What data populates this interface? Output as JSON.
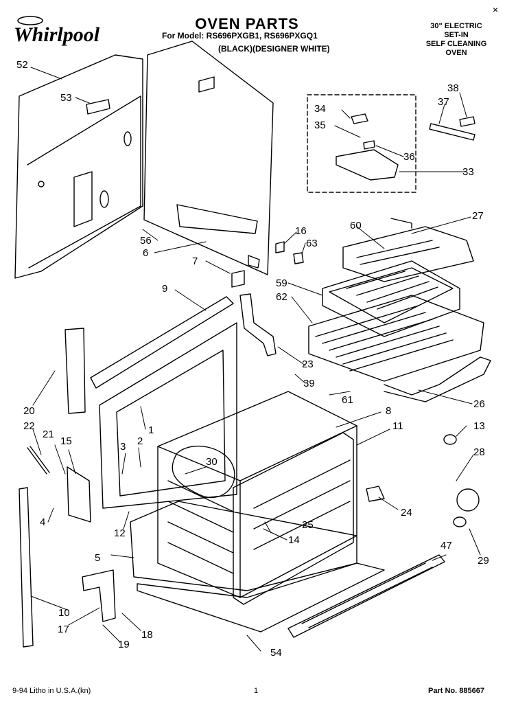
{
  "brand": "Whirlpool",
  "header": {
    "title": "OVEN PARTS",
    "model_line1": "For Model: RS696PXGB1, RS696PXGQ1",
    "model_line2": "(BLACK)(DESIGNER WHITE)",
    "desc_lines": [
      "30\" ELECTRIC",
      "SET-IN",
      "SELF CLEANING",
      "OVEN"
    ],
    "close": "×"
  },
  "callouts": [
    "1",
    "2",
    "3",
    "4",
    "5",
    "6",
    "7",
    "8",
    "9",
    "10",
    "11",
    "12",
    "13",
    "14",
    "15",
    "16",
    "17",
    "18",
    "19",
    "20",
    "21",
    "22",
    "23",
    "24",
    "25",
    "26",
    "27",
    "28",
    "29",
    "30",
    "33",
    "34",
    "35",
    "36",
    "37",
    "38",
    "39",
    "47",
    "52",
    "53",
    "54",
    "56",
    "59",
    "60",
    "61",
    "62",
    "63"
  ],
  "footer": {
    "left": "9-94 Litho in U.S.A.(kn)",
    "center": "1",
    "right": "Part No. 885667"
  }
}
